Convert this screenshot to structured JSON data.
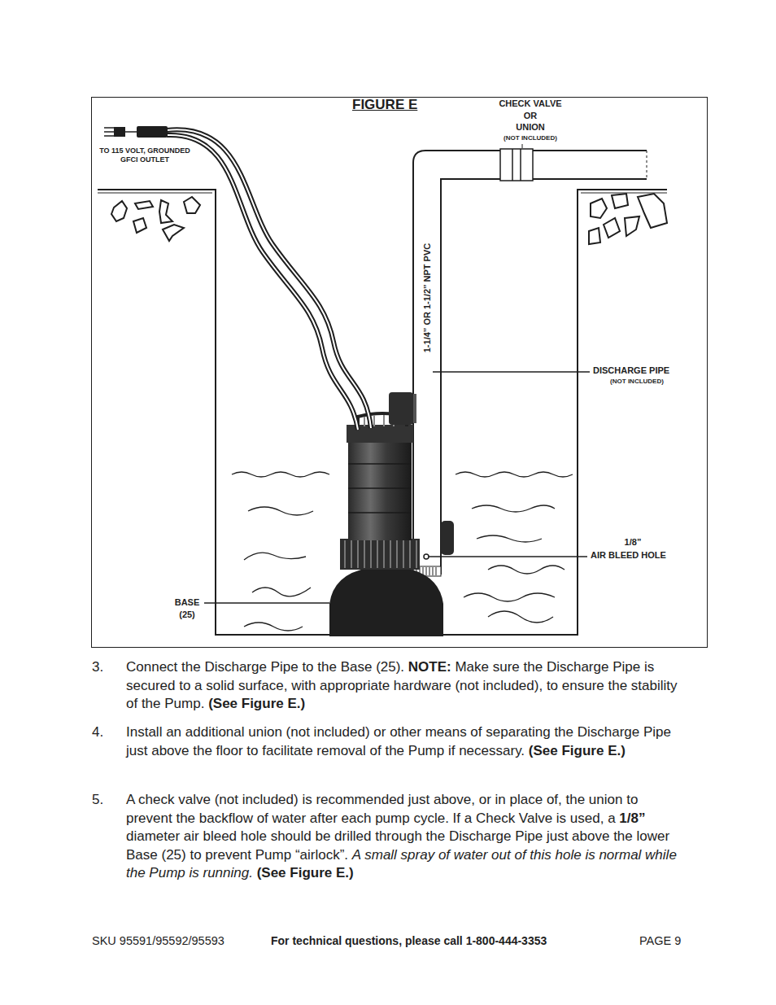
{
  "diagram": {
    "title": "FIGURE E",
    "labels": [
      "TO 115 VOLT, GROUNDED",
      "GFCI OUTLET",
      "CHECK VALVE",
      "OR",
      "UNION",
      "(NOT INCLUDED)",
      "1-1/4” OR 1-1/2” NPT PVC",
      "DISCHARGE PIPE",
      "(NOT INCLUDED)",
      "1/8”",
      "AIR BLEED HOLE",
      "BASE",
      "(25)",
      "3.",
      "Connect the Discharge Pipe to the Base (25).",
      "NOTE:",
      "Make sure the Discharge Pipe is secured to a solid surface, with appropriate hardware (not included), to ensure the stability of the Pump.",
      "(See Figure E.)",
      "4.",
      "Install an additional union (not included) or other means of separating the Discharge Pipe just above the floor to facilitate removal of the Pump if necessary.",
      "(See Figure E.)",
      "5.",
      "A check valve (not included) is recommended just above, or in place of, the union to prevent the backflow of water after each pump cycle. If a Check Valve is used, a",
      "1/8”",
      "diameter air bleed hole should be drilled through the Discharge Pipe just above the lower Base (25) to prevent Pump “airlock”.",
      "A small spray of water out of this hole is normal while the Pump is running.",
      "(See Figure E.)",
      "SKU 95591/95592/95593",
      "For technical questions, please call 1-800-444-3353",
      "PAGE 9"
    ]
  }
}
